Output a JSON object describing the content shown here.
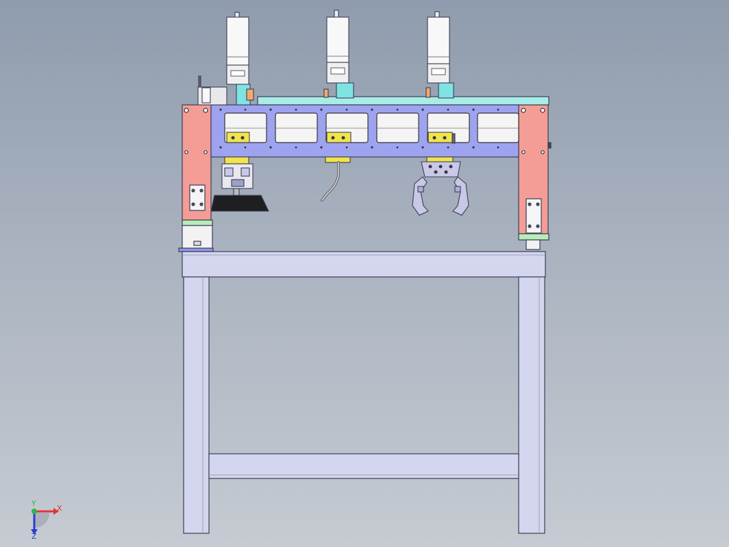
{
  "viewport": {
    "background_top": "#8f9cad",
    "background_bottom": "#c6cbd2"
  },
  "colors": {
    "table": "#d3d6ee",
    "beam": "#9ea3f0",
    "column": "#f39d96",
    "rail": "#a8ece6",
    "motor_block": "#f8f8f8",
    "coupling": "#7fe3e3",
    "sensor": "#f2e44a",
    "tool_dark": "#1f1f22",
    "gripper": "#c9c8e6",
    "bracket": "#b8ecb8"
  },
  "axis_triad": {
    "x_label": "X",
    "y_label": "Y",
    "z_label": "Z",
    "x_color": "#e23535",
    "y_color": "#2fb34a",
    "z_color": "#2c3ad0"
  }
}
